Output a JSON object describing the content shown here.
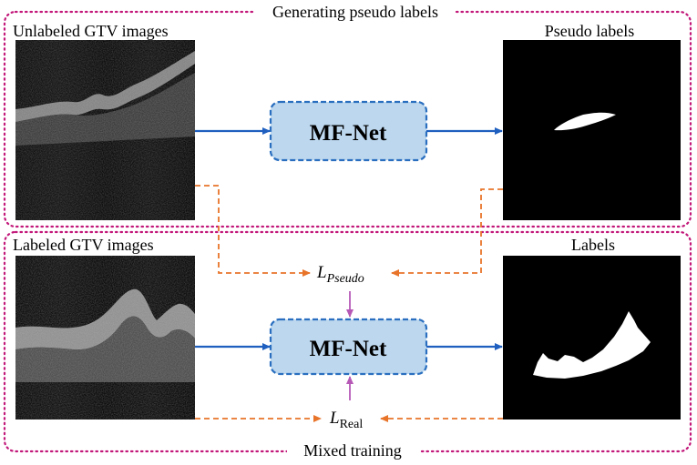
{
  "sections": {
    "top_title": "Generating pseudo labels",
    "bottom_title": "Mixed training"
  },
  "top": {
    "input_label": "Unlabeled GTV images",
    "model_label": "MF-Net",
    "output_label": "Pseudo labels"
  },
  "bottom": {
    "input_label": "Labeled GTV images",
    "model_label": "MF-Net",
    "output_label": "Labels"
  },
  "losses": {
    "pseudo": {
      "symbol": "L",
      "subscript": "Pseudo"
    },
    "real": {
      "symbol": "L",
      "subscript": "Real"
    }
  },
  "colors": {
    "section_border": "#c2187a",
    "flow_arrow": "#1f5fbf",
    "loss_arrow": "#e8742a",
    "loss_connector": "#b659b6",
    "model_fill": "#bcd7ee",
    "model_border": "#2a6fbf",
    "image_background": "#000000"
  }
}
